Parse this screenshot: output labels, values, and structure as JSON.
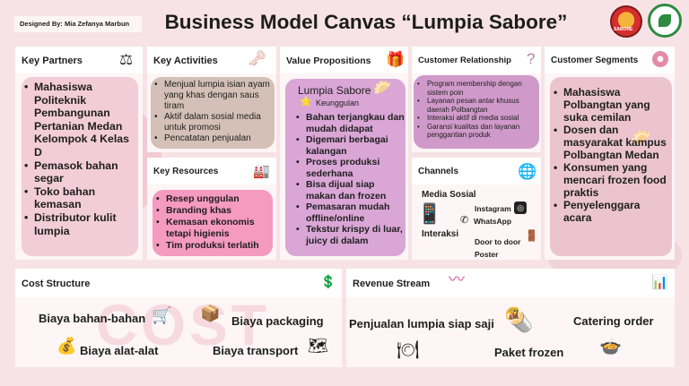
{
  "designer": "Designed By: Mia Zefanya Marbun",
  "title": "Business Model Canvas “Lumpia Sabore”",
  "logos": {
    "left_logo_text": "SABORE"
  },
  "key_partners": {
    "heading": "Key Partners",
    "icon": "scale-icon",
    "items": [
      "Mahasiswa Politeknik Pembangunan Pertanian Medan Kelompok 4 Kelas D",
      "Pemasok bahan segar",
      "Toko bahan kemasan",
      "Distributor kulit lumpia"
    ]
  },
  "key_activities": {
    "heading": "Key Activities",
    "icon": "key-icon",
    "items": [
      "Menjual lumpia isian ayam yang khas dengan saus tiram",
      "Aktif dalam sosial media untuk promosi",
      "Pencatatan penjualan"
    ]
  },
  "key_resources": {
    "heading": "Key Resources",
    "icon": "factory-icon",
    "items": [
      "Resep unggulan",
      "Branding khas",
      "Kemasan ekonomis tetapi higienis",
      "Tim produksi terlatih"
    ]
  },
  "value_propositions": {
    "heading": "Value Propositions",
    "icon": "gift-box-icon",
    "product": "Lumpia Sabore",
    "subheading": "Keunggulan",
    "items": [
      "Bahan terjangkau dan mudah didapat",
      "Digemari berbagai kalangan",
      "Proses produksi sederhana",
      "Bisa dijual siap makan dan frozen",
      "Pemasaran mudah offline/online",
      "Tekstur krispy di luar, juicy di dalam"
    ]
  },
  "customer_relationship": {
    "heading": "Customer Relationship",
    "icon": "question-mark-icon",
    "items": [
      "Program membership dengan sistem poin",
      "Layanan pesan antar khusus daerah Polbangtan",
      "Interaksi aktif di media sosial",
      "Garansi kualitas dan layanan penggantian produk"
    ]
  },
  "channels": {
    "heading": "Channels",
    "icon": "globe-icon",
    "media_sosial": "Media Sosial",
    "instagram": "Instagram",
    "whatsapp": "WhatsApp",
    "interaksi": "Interaksi",
    "door": "Door to door",
    "poster": "Poster"
  },
  "customer_segments": {
    "heading": "Customer Segments",
    "icon": "user-target-icon",
    "items": [
      "Mahasiswa Polbangtan yang suka cemilan",
      "Dosen dan masyarakat kampus Polbangtan Medan",
      "Konsumen yang mencari frozen food praktis",
      "Penyelenggara acara"
    ]
  },
  "cost_structure": {
    "heading": "Cost Structure",
    "icon": "money-person-icon",
    "watermark": "COST",
    "items": {
      "bahan": "Biaya bahan-bahan",
      "packaging": "Biaya packaging",
      "alat": "Biaya alat-alat",
      "transport": "Biaya transport"
    }
  },
  "revenue_stream": {
    "heading": "Revenue Stream",
    "icon": "bar-chart-icon",
    "items": {
      "penjualan": "Penjualan lumpia siap saji",
      "catering": "Catering order",
      "frozen": "Paket frozen"
    }
  },
  "colors": {
    "background": "#f7e3e6",
    "card": "#fdf5f6",
    "pink_pill": "#f59ac0",
    "purple_pill": "#d9a6d6",
    "mauve_pill": "#e6c3d0",
    "tan_pill": "#d4c0b6"
  }
}
